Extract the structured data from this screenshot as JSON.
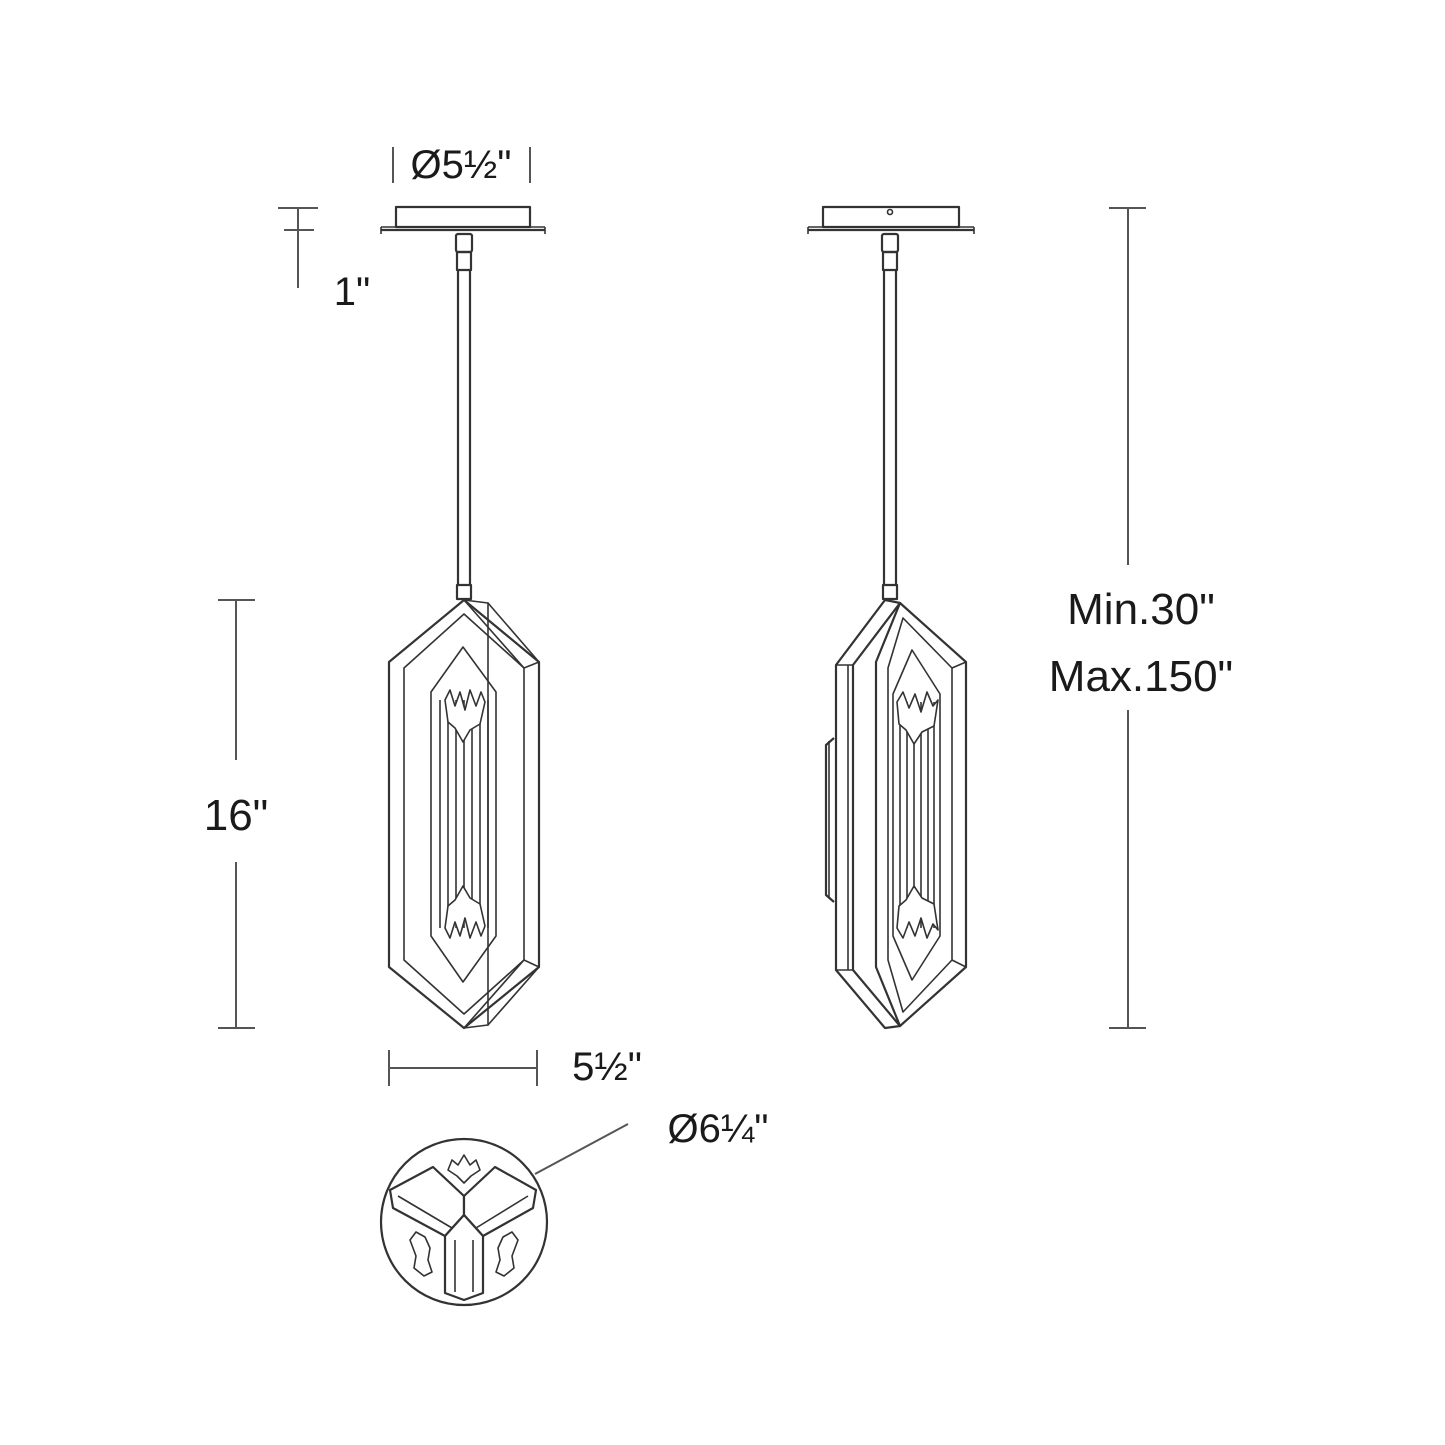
{
  "dimensions": {
    "canopy_diameter": "Ø5½\"",
    "canopy_height": "1\"",
    "fixture_height": "16\"",
    "fixture_width": "5½\"",
    "bottom_diameter": "Ø6¼\"",
    "overall_min": "Min.30\"",
    "overall_max": "Max.150\""
  },
  "colors": {
    "line": "#333333",
    "dimension_line": "#555555",
    "background": "#ffffff"
  }
}
